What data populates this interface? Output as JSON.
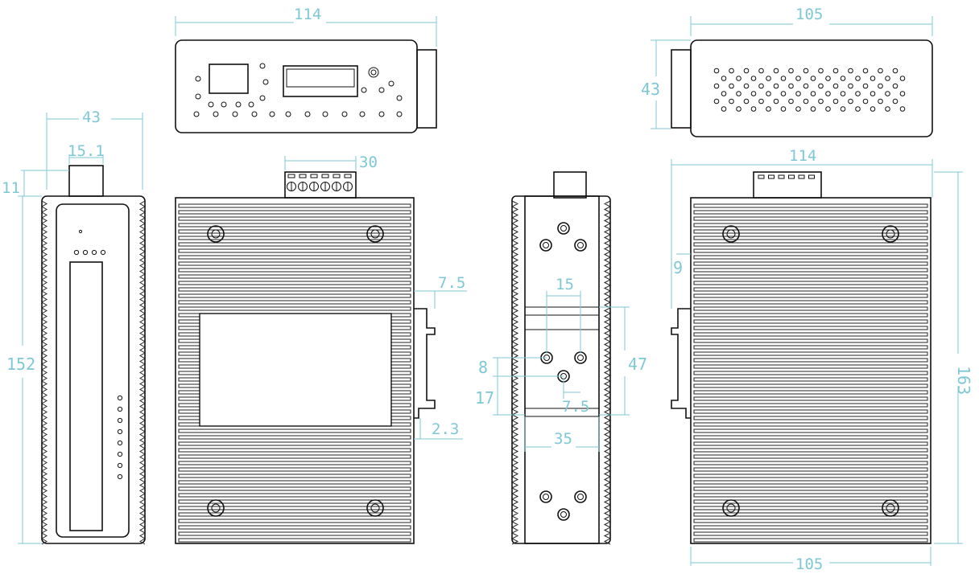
{
  "drawing": {
    "top_view": {
      "width_label": "114"
    },
    "side_view": {
      "width_label": "105",
      "height_label": "43"
    },
    "front_view": {
      "width_label": "43",
      "connector_label": "15.1",
      "connector_height_label": "11",
      "height_label": "152"
    },
    "rear_view": {
      "connector_label": "30",
      "din_offset_label": "7.5",
      "din_gap_label": "2.3"
    },
    "din_detail": {
      "hole_spacing_label": "15",
      "hole_vertical_label": "8",
      "hole_offset_label": "7.5",
      "lower_label": "17",
      "rail_height_label": "47",
      "rail_width_label": "35"
    },
    "back_view": {
      "width_label": "114",
      "bottom_label": "105",
      "din_label": "9",
      "height_label": "163"
    }
  }
}
